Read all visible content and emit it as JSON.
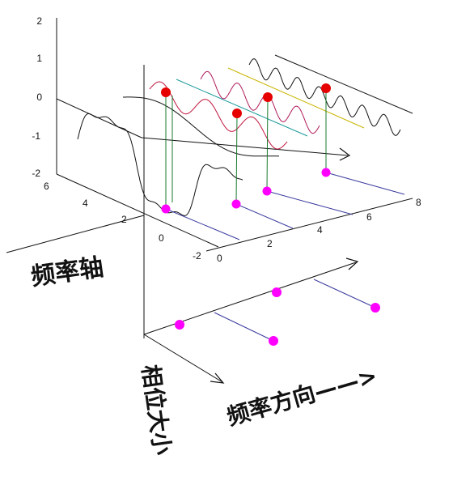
{
  "left_axis_label": "频率轴",
  "phase_axis_label": "相位大小",
  "freq_direction_label": "频率方向——>",
  "vertical_ticks": [
    "2",
    "1",
    "0",
    "-1",
    "-2"
  ],
  "depth_ticks": [
    "6",
    "4",
    "2",
    "0",
    "-2"
  ],
  "horizontal_ticks": [
    "0",
    "2",
    "4",
    "6",
    "8"
  ],
  "colors": {
    "axis": "#111111",
    "red_dot": "#e60000",
    "magenta_dot": "#ff00ff",
    "stem": "#1a7a2e",
    "phase_line": "#3a3aa0",
    "wave1": "#111111",
    "wave2": "#c0143c",
    "wave3": "#b01a5a",
    "wave4": "#1a9a9a",
    "wave5": "#c9b400",
    "wave6": "#111111"
  },
  "icons": [
    "arrow-head-icon"
  ]
}
